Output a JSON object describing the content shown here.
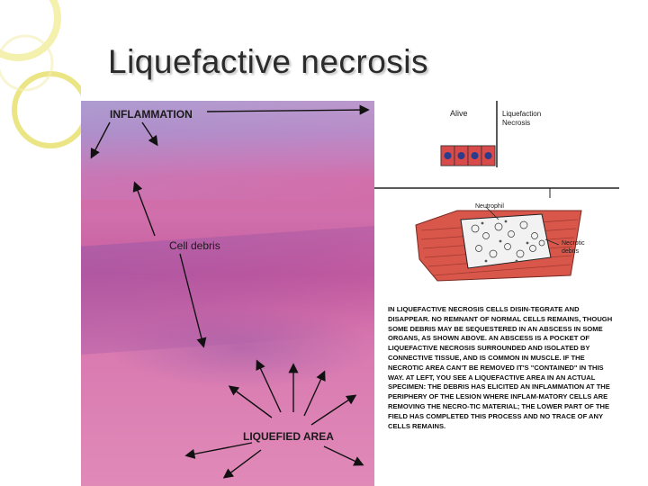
{
  "slide": {
    "title": "Liquefactive necrosis"
  },
  "micrograph": {
    "labels": {
      "inflammation": "INFLAMMATION",
      "cell_debris": "Cell debris",
      "liquefied_area": "LIQUEFIED AREA"
    }
  },
  "diagram": {
    "alive_label": "Alive",
    "liquefaction_label_1": "Liquefaction",
    "liquefaction_label_2": "Necrosis",
    "neutrophil_label": "Neutrophil",
    "necrotic_label_1": "Necrotic",
    "necrotic_label_2": "debris"
  },
  "text_panel": {
    "body": "IN LIQUEFACTIVE NECROSIS CELLS DISIN-TEGRATE AND DISAPPEAR. NO REMNANT OF NORMAL CELLS REMAINS, THOUGH SOME DEBRIS MAY BE SEQUESTERED IN AN ABSCESS IN SOME ORGANS, AS SHOWN ABOVE. AN ABSCESS IS A POCKET OF LIQUEFACTIVE NECROSIS SURROUNDED AND ISOLATED BY CONNECTIVE TISSUE, AND IS COMMON IN MUSCLE. IF THE NECROTIC AREA CAN'T BE REMOVED IT'S \"CONTAINED\" IN THIS WAY. AT LEFT, YOU SEE A LIQUEFACTIVE AREA IN AN ACTUAL SPECIMEN: THE DEBRIS HAS ELICITED AN INFLAMMATION AT THE PERIPHERY OF THE LESION WHERE INFLAM-MATORY CELLS ARE REMOVING THE NECRO-TIC MATERIAL; THE LOWER PART OF THE FIELD HAS COMPLETED THIS PROCESS AND NO TRACE OF ANY CELLS REMAINS."
  },
  "colors": {
    "title": "#2b2b2b",
    "deco_ring": "#e8e070",
    "tissue_pink": "#d46da7",
    "muscle_red": "#d8574a"
  }
}
